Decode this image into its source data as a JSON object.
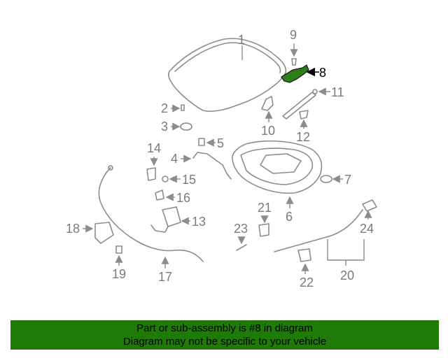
{
  "diagram": {
    "highlighted_part": "8",
    "highlight_color": "#2e7d1b",
    "labels": {
      "p1": "1",
      "p2": "2",
      "p3": "3",
      "p4": "4",
      "p5": "5",
      "p6": "6",
      "p7": "7",
      "p8": "8",
      "p9": "9",
      "p10": "10",
      "p11": "11",
      "p12": "12",
      "p13": "13",
      "p14": "14",
      "p15": "15",
      "p16": "16",
      "p17": "17",
      "p18": "18",
      "p19": "19",
      "p20": "20",
      "p21": "21",
      "p22": "22",
      "p23": "23",
      "p24": "24"
    }
  },
  "footer": {
    "line1": "Part or sub-assembly is #8 in diagram",
    "line2": "Diagram may not be specific to your vehicle",
    "background": "#1f7a08"
  }
}
